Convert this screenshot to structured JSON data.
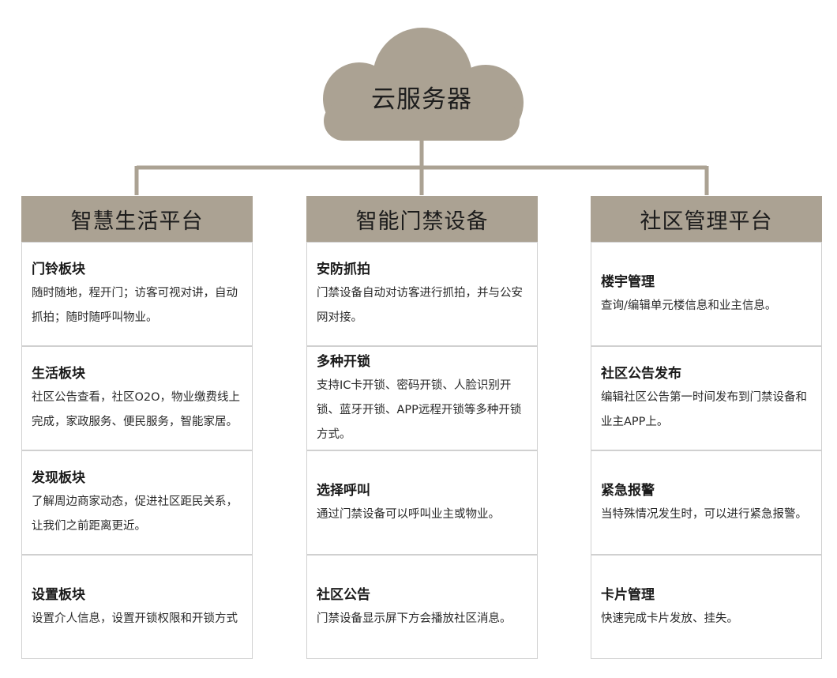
{
  "server": {
    "label": "云服务器"
  },
  "columns": [
    {
      "header": "智慧生活平台",
      "cards": [
        {
          "title": "门铃板块",
          "desc": "随时随地，程开门；访客可视对讲，自动抓拍；随时随呼叫物业。"
        },
        {
          "title": "生活板块",
          "desc": "社区公告查看，社区O2O，物业缴费线上完成，家政服务、便民服务，智能家居。"
        },
        {
          "title": "发现板块",
          "desc": "了解周边商家动态，促进社区距民关系，让我们之前距离更近。"
        },
        {
          "title": "设置板块",
          "desc": "设置介人信息，设置开锁权限和开锁方式"
        }
      ]
    },
    {
      "header": "智能门禁设备",
      "cards": [
        {
          "title": "安防抓拍",
          "desc": "门禁设备自动对访客进行抓拍，并与公安网对接。"
        },
        {
          "title": "多种开锁",
          "desc": "支持IC卡开锁、密码开锁、人脸识别开锁、蓝牙开锁、APP远程开锁等多种开锁方式。"
        },
        {
          "title": "选择呼叫",
          "desc": "通过门禁设备可以呼叫业主或物业。"
        },
        {
          "title": "社区公告",
          "desc": "门禁设备显示屏下方会播放社区消息。"
        }
      ]
    },
    {
      "header": "社区管理平台",
      "cards": [
        {
          "title": "楼宇管理",
          "desc": "查询/编辑单元楼信息和业主信息。"
        },
        {
          "title": "社区公告发布",
          "desc": "编辑社区公告第一时间发布到门禁设备和业主APP上。"
        },
        {
          "title": "紧急报警",
          "desc": "当特殊情况发生时，可以进行紧急报警。"
        },
        {
          "title": "卡片管理",
          "desc": "快速完成卡片发放、挂失。"
        }
      ]
    }
  ],
  "colors": {
    "header_bg": "#aba293",
    "cloud": "#aba293",
    "connector": "#aba293",
    "card_border": "#d0d0d0"
  }
}
